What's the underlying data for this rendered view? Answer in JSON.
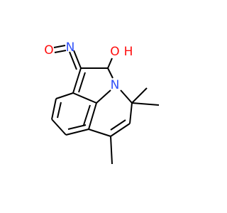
{
  "molecule": {
    "atoms": {
      "O1": {
        "text": "O",
        "color": "#ff0d0d"
      },
      "N1": {
        "text": "N",
        "color": "#3050f8"
      },
      "O2": {
        "text": "O",
        "color": "#ff0d0d"
      },
      "H2": {
        "text": "H",
        "color": "#ff0d0d"
      },
      "N2": {
        "text": "N",
        "color": "#3050f8"
      }
    }
  }
}
